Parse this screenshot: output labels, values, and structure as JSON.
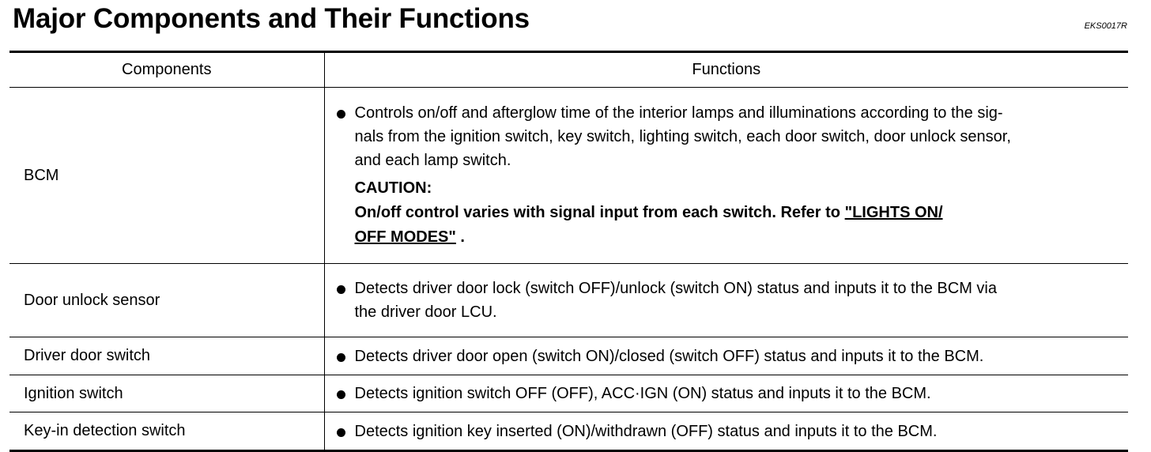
{
  "page": {
    "title": "Major Components and Their Functions",
    "code": "EKS0017R"
  },
  "table": {
    "headers": {
      "components": "Components",
      "functions": "Functions"
    },
    "rows": [
      {
        "component": "BCM",
        "function_lines": [
          "Controls on/off and afterglow time of the interior lamps and illuminations according to the sig-",
          "nals from the ignition switch, key switch, lighting switch, each door switch, door unlock sensor,",
          "and each lamp switch."
        ],
        "caution_label": "CAUTION:",
        "caution_text": "On/off control varies with signal input from each switch. Refer to",
        "caution_link_line1": "\"LIGHTS ON/",
        "caution_link_line2": "OFF MODES\"",
        "caution_end": " ."
      },
      {
        "component": "Door unlock sensor",
        "function_lines": [
          "Detects driver door lock (switch OFF)/unlock (switch ON) status and inputs it to the BCM via",
          "the driver door LCU."
        ]
      },
      {
        "component": "Driver door switch",
        "function_lines": [
          "Detects driver door open (switch ON)/closed (switch OFF) status and inputs it to the BCM."
        ]
      },
      {
        "component": "Ignition switch",
        "function_lines": [
          "Detects ignition switch OFF (OFF), ACC·IGN (ON) status and inputs it to the BCM."
        ]
      },
      {
        "component": "Key-in detection switch",
        "function_lines": [
          "Detects ignition key inserted (ON)/withdrawn (OFF) status and inputs it to the BCM."
        ]
      }
    ]
  }
}
